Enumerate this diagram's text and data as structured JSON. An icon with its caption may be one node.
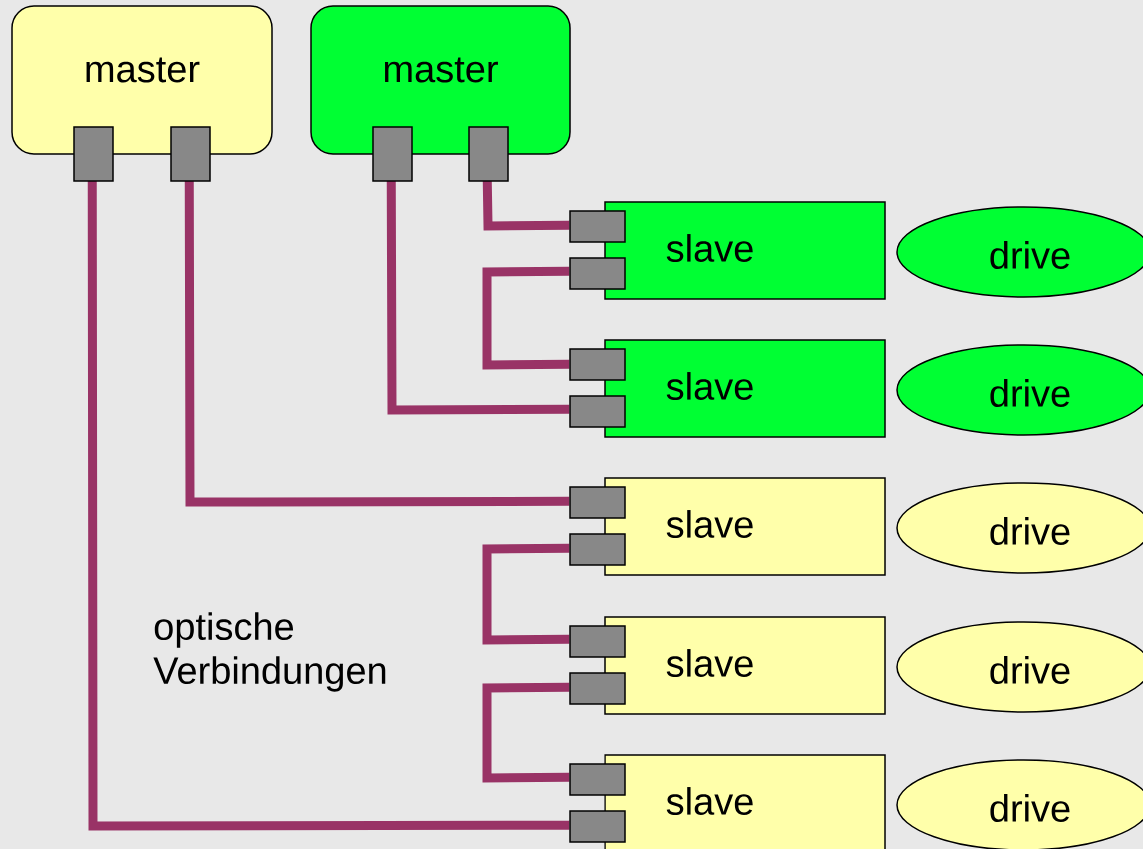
{
  "diagram": {
    "nodes": [
      {
        "text": [
          "master"
        ]
      },
      {
        "text": [
          "master"
        ]
      },
      {
        "text": [
          "slave"
        ]
      },
      {
        "text": [
          "slave"
        ]
      },
      {
        "text": [
          "slave"
        ]
      },
      {
        "text": [
          "slave"
        ]
      },
      {
        "text": [
          "slave"
        ]
      },
      {
        "text": [
          "drive"
        ]
      },
      {
        "text": [
          "drive"
        ]
      },
      {
        "text": [
          "drive"
        ]
      },
      {
        "text": [
          "drive"
        ]
      },
      {
        "text": [
          "drive"
        ]
      }
    ],
    "edges": [
      {
        "from": 1,
        "to": 2,
        "arrow": "none"
      },
      {
        "from": 2,
        "to": 3,
        "arrow": "none"
      },
      {
        "from": 1,
        "to": 3,
        "arrow": "none"
      },
      {
        "from": 0,
        "to": 4,
        "arrow": "none"
      },
      {
        "from": 4,
        "to": 5,
        "arrow": "none"
      },
      {
        "from": 5,
        "to": 6,
        "arrow": "none"
      },
      {
        "from": 0,
        "to": 6,
        "arrow": "none"
      }
    ],
    "labels": [
      "optische Verbindungen"
    ]
  }
}
